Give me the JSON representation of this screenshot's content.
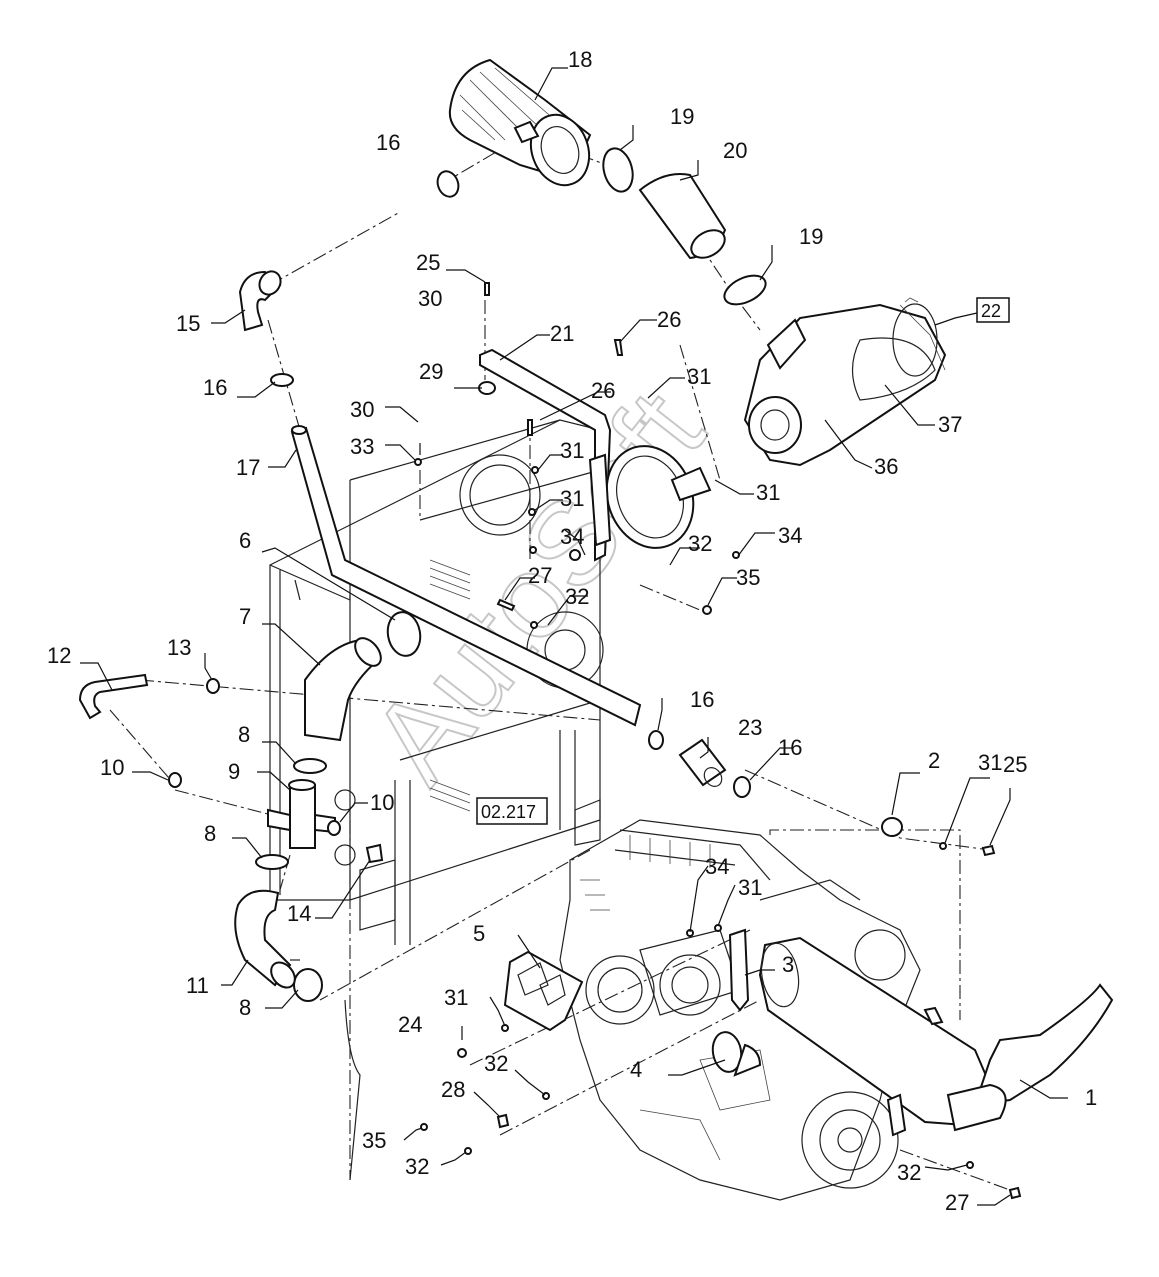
{
  "labels": {
    "l1": "1",
    "l2": "2",
    "l3": "3",
    "l4": "4",
    "l5": "5",
    "l6": "6",
    "l7": "7",
    "l8a": "8",
    "l8b": "8",
    "l8c": "8",
    "l9": "9",
    "l10a": "10",
    "l10b": "10",
    "l11": "11",
    "l12": "12",
    "l13": "13",
    "l14": "14",
    "l15": "15",
    "l16a": "16",
    "l16b": "16",
    "l16c": "16",
    "l16d": "16",
    "l17": "17",
    "l18": "18",
    "l19a": "19",
    "l19b": "19",
    "l20": "20",
    "l21": "21",
    "l23": "23",
    "l24": "24",
    "l25a": "25",
    "l25b": "25",
    "l26a": "26",
    "l26b": "26",
    "l27a": "27",
    "l27b": "27",
    "l28": "28",
    "l29": "29",
    "l30a": "30",
    "l30b": "30",
    "l31a": "31",
    "l31b": "31",
    "l31c": "31",
    "l31d": "31",
    "l31e": "31",
    "l31f": "31",
    "l31g": "31",
    "l32a": "32",
    "l32b": "32",
    "l32c": "32",
    "l32d": "32",
    "l32e": "32",
    "l33": "33",
    "l34a": "34",
    "l34b": "34",
    "l34c": "34",
    "l35a": "35",
    "l35b": "35",
    "l36": "36",
    "l37": "37"
  },
  "ref_boxes": {
    "ref22": "22",
    "ref02217": "02.217"
  },
  "watermark": "AutoSoft"
}
